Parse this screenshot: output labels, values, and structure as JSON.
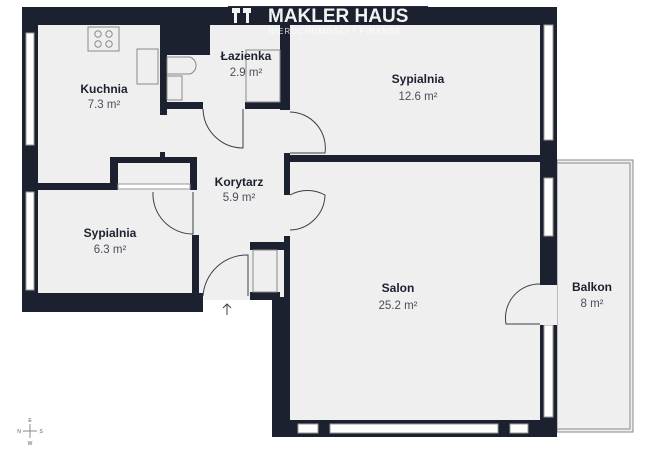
{
  "watermark": {
    "brand": "MAKLER HAUS",
    "tagline": "NIERUCHOMOŚCI I FINANSE"
  },
  "rooms": [
    {
      "name": "Kuchnia",
      "area": "7.3 m²"
    },
    {
      "name": "Łazienka",
      "area": "2.9 m²"
    },
    {
      "name": "Sypialnia",
      "area": "12.6 m²"
    },
    {
      "name": "Korytarz",
      "area": "5.9 m²"
    },
    {
      "name": "Sypialnia",
      "area": "6.3 m²"
    },
    {
      "name": "Salon",
      "area": "25.2 m²"
    },
    {
      "name": "Balkon",
      "area": "8 m²"
    }
  ],
  "compass": {
    "n": "E",
    "w": "N",
    "e": "S",
    "s": "W"
  },
  "colors": {
    "wall": "#1c2130",
    "floor": "#efefef"
  }
}
